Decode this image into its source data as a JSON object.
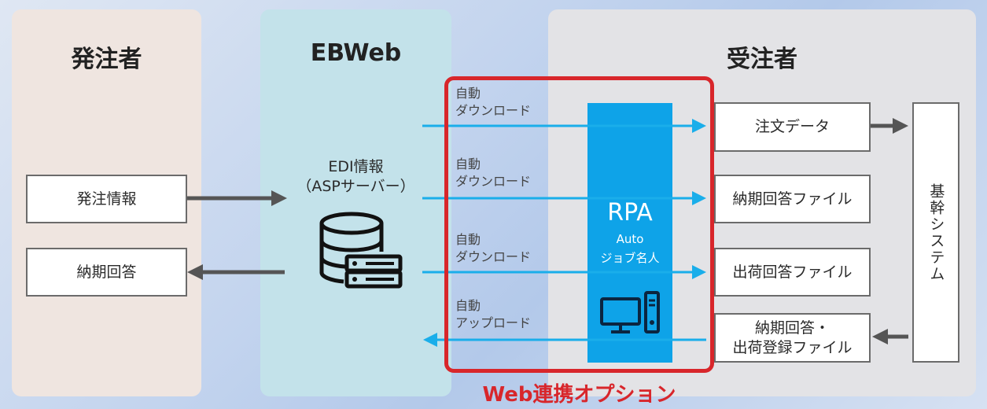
{
  "panels": {
    "ordering": {
      "title": "発注者",
      "color": "#efe5e0"
    },
    "ebweb": {
      "title": "EBWeb",
      "color": "#c3e2ea"
    },
    "receiving": {
      "title": "受注者",
      "color": "#e3e3e6"
    }
  },
  "ordering_boxes": {
    "order_info": "発注情報",
    "delivery_reply": "納期回答"
  },
  "ebweb_server": {
    "line1": "EDI情報",
    "line2": "（ASPサーバー）"
  },
  "arrow_labels": [
    {
      "line1": "自動",
      "line2": "ダウンロード"
    },
    {
      "line1": "自動",
      "line2": "ダウンロード"
    },
    {
      "line1": "自動",
      "line2": "ダウンロード"
    },
    {
      "line1": "自動",
      "line2": "アップロード"
    }
  ],
  "rpa": {
    "title": "RPA",
    "sub1": "Auto",
    "sub2": "ジョブ名人",
    "color": "#0ea3e8"
  },
  "receiving_boxes": {
    "order_data": "注文データ",
    "delivery_file": "納期回答ファイル",
    "shipping_file": "出荷回答ファイル",
    "upload_line1": "納期回答・",
    "upload_line2": "出荷登録ファイル"
  },
  "core_system": "基幹システム",
  "option_label": "Web連携オプション",
  "colors": {
    "highlight": "#d8262b",
    "blue_arrow": "#1aaeea",
    "gray_arrow": "#555555"
  }
}
